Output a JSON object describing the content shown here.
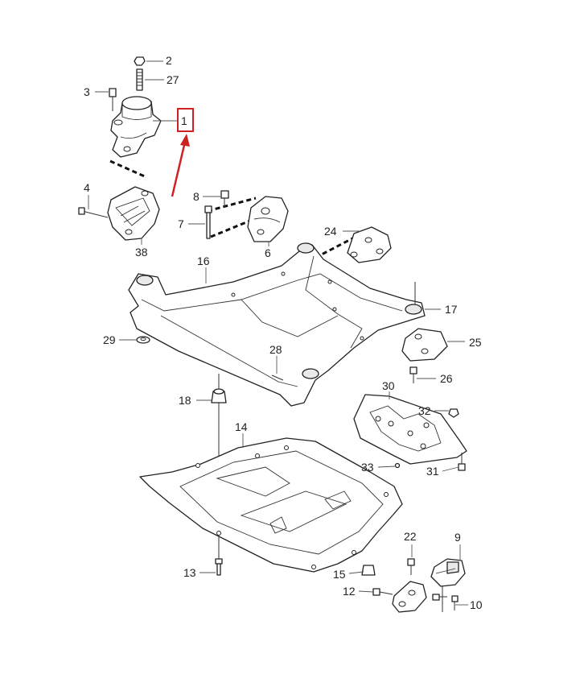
{
  "diagram": {
    "highlight_color": "#cc2222",
    "highlighted_part": "1",
    "callouts": {
      "c1": "1",
      "c2": "2",
      "c3": "3",
      "c4": "4",
      "c6": "6",
      "c7": "7",
      "c8": "8",
      "c9": "9",
      "c10": "10",
      "c12": "12",
      "c13": "13",
      "c14": "14",
      "c15": "15",
      "c16": "16",
      "c17": "17",
      "c18": "18",
      "c22": "22",
      "c24": "24",
      "c25": "25",
      "c26": "26",
      "c27": "27",
      "c28": "28",
      "c29": "29",
      "c30": "30",
      "c31": "31",
      "c32": "32",
      "c33": "33",
      "c38": "38"
    }
  }
}
